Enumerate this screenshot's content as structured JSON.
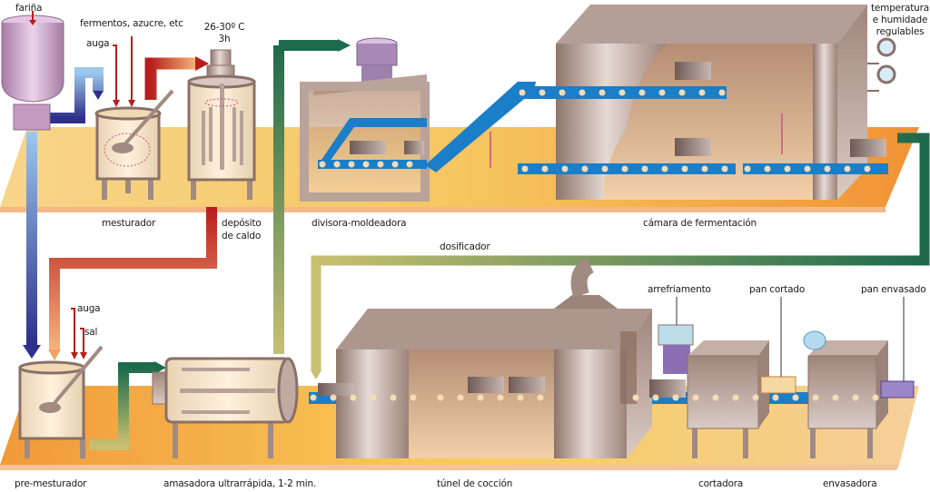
{
  "title": "Proceso de elaboración do pan",
  "inputs": {
    "flour": "fariña",
    "yeast_sugar": "fermentos, azucre, etc",
    "water_top": "auga",
    "water_bottom": "auga",
    "salt": "sal",
    "temperature": "26-30º C",
    "time": "3h"
  },
  "chamber_note": [
    "temperatura",
    "e humidade",
    "regulables"
  ],
  "stages": {
    "mixer": "mesturador",
    "broth_tank": [
      "depósito",
      "de caldo"
    ],
    "divider": "divisora-moldeadora",
    "fermentation": "cámara de fermentación",
    "doser": "dosificador",
    "premixer": "pre-mesturador",
    "kneader": "amasadora ultrarrápida, 1-2 min.",
    "oven": "túnel de cocción",
    "cutter": "cortadora",
    "packer": "envasadora"
  },
  "products": {
    "cooling": "arrefriamento",
    "sliced": "pan cortado",
    "packed": "pan envasado"
  },
  "colors": {
    "platform_top": "#f5c76a",
    "platform_bottom": "#f39a3a",
    "machine": "#b9a39a",
    "machine_dark": "#8a7068",
    "belt": "#1a7ec8",
    "belt_light": "#8fc9ef",
    "pipe_blue": "#3a3f9a",
    "pipe_red": "#b8201e",
    "pipe_green": "#1f6e4e",
    "pipe_olive": "#b6b25a",
    "silo": "#c89ac4"
  }
}
